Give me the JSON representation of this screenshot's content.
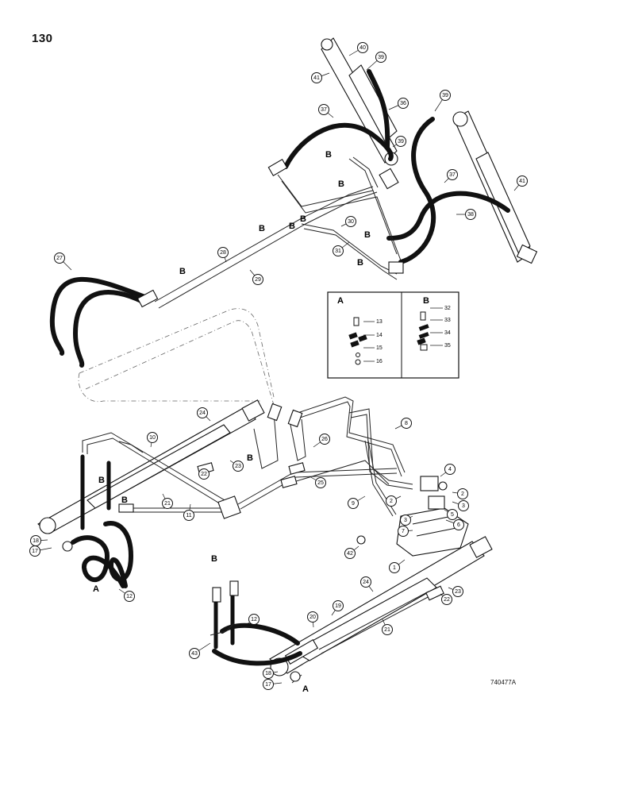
{
  "page": {
    "number": "130",
    "figure_code": "740477A"
  },
  "legend": {
    "groups": [
      {
        "letter": "A",
        "numbers": [
          "13",
          "14",
          "15",
          "16"
        ]
      },
      {
        "letter": "B",
        "numbers": [
          "32",
          "33",
          "34",
          "35"
        ]
      }
    ]
  },
  "callouts": [
    "1",
    "2",
    "3",
    "4",
    "5",
    "6",
    "7",
    "8",
    "9",
    "10",
    "11",
    "12",
    "17",
    "18",
    "19",
    "20",
    "21",
    "22",
    "23",
    "24",
    "25",
    "26",
    "27",
    "28",
    "29",
    "30",
    "31",
    "36",
    "37",
    "38",
    "39",
    "40",
    "41",
    "42",
    "43"
  ],
  "section_letters": [
    "A",
    "B"
  ]
}
